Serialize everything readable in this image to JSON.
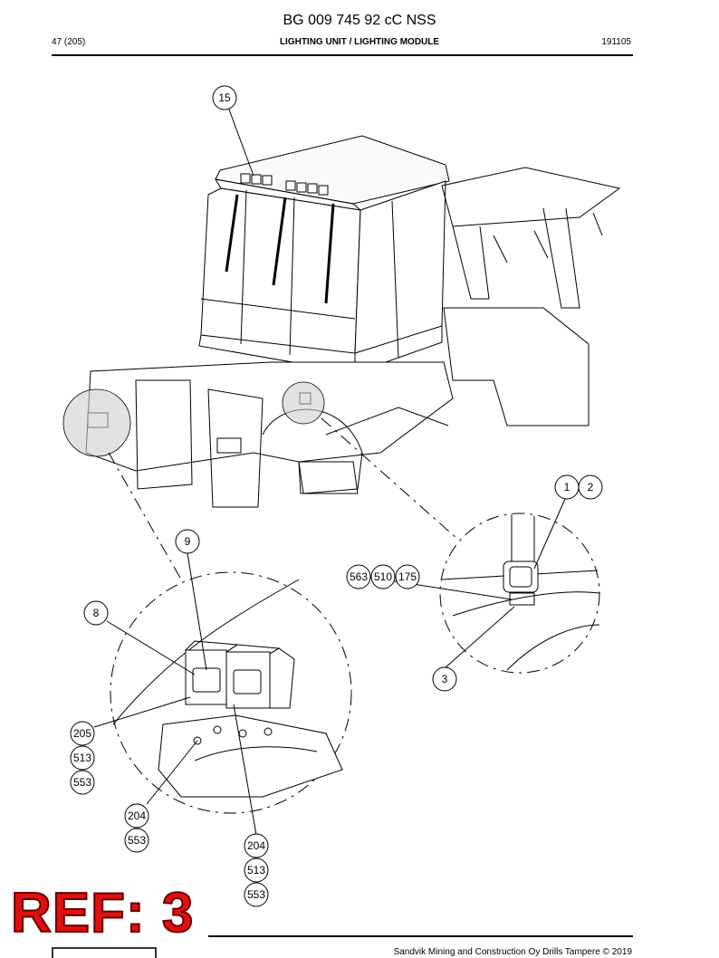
{
  "document": {
    "title": "BG 009 745 92 cC NSS",
    "page": "47 (205)",
    "section": "LIGHTING UNIT / LIGHTING MODULE",
    "code": "191105",
    "footer": "Sandvik Mining and Construction Oy Drills Tampere © 2019",
    "stamp": "REF: 3"
  },
  "callouts": {
    "c15": "15",
    "c1": "1",
    "c2": "2",
    "c9": "9",
    "c8": "8",
    "c563": "563",
    "c510": "510",
    "c175": "175",
    "c3": "3",
    "c205": "205",
    "c513a": "513",
    "c553a": "553",
    "c204a": "204",
    "c553b": "553",
    "c204b": "204",
    "c513b": "513",
    "c553c": "553"
  }
}
